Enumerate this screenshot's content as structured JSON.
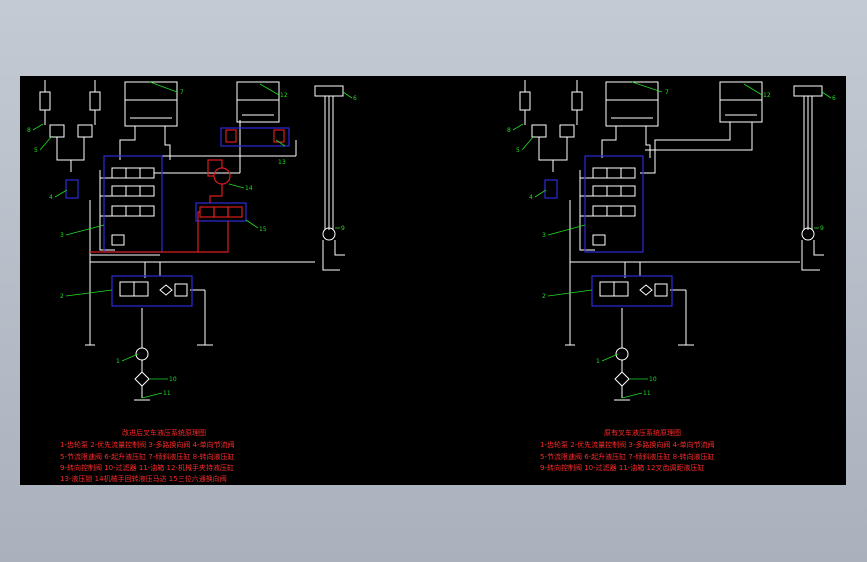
{
  "app": {
    "canvas_background": "#000000",
    "viewport_background": "#b6bec8"
  },
  "colors": {
    "line_white": "#ffffff",
    "box_blue": "#2b2bd8",
    "red_circuit": "#d81e1e",
    "leader_green": "#22dd22",
    "caption_red": "#ff2a2a"
  },
  "left_drawing": {
    "labels": {
      "n1": "1",
      "n2": "2",
      "n3": "3",
      "n4": "4",
      "n5": "5",
      "n6": "6",
      "n7": "7",
      "n8": "8",
      "n9": "9",
      "n10": "10",
      "n11": "11",
      "n12": "12",
      "n13": "13",
      "n14": "14",
      "n15": "15"
    },
    "caption": {
      "title": "改进后叉车液压系统原理图",
      "line1": "1-齿轮泵  2-优先流量控制阀  3-多路换向阀  4-单向节流阀",
      "line2": "5-节流限速阀  6-起升液压缸  7-倾斜液压缸  8-转向液压缸",
      "line3": "9-转向控制阀  10-过滤器  11-油箱  12-机械手夹持液压缸",
      "line4": "13-液压锁  14机械手回转液压马达  15三位六通换向阀"
    }
  },
  "right_drawing": {
    "labels": {
      "n1": "1",
      "n2": "2",
      "n3": "3",
      "n4": "4",
      "n5": "5",
      "n6": "6",
      "n7": "7",
      "n8": "8",
      "n9": "9",
      "n10": "10",
      "n11": "11",
      "n12": "12"
    },
    "caption": {
      "title": "原有叉车液压系统原理图",
      "line1": "1-齿轮泵  2-优先流量控制阀  3-多路换向阀  4-单向节流阀",
      "line2": "5-节流限速阀  6-起升液压缸  7-倾斜液压缸  8-转向液压缸",
      "line3": "9-转向控制阀  10-过滤器  11-油箱  12叉齿调距液压缸"
    }
  }
}
